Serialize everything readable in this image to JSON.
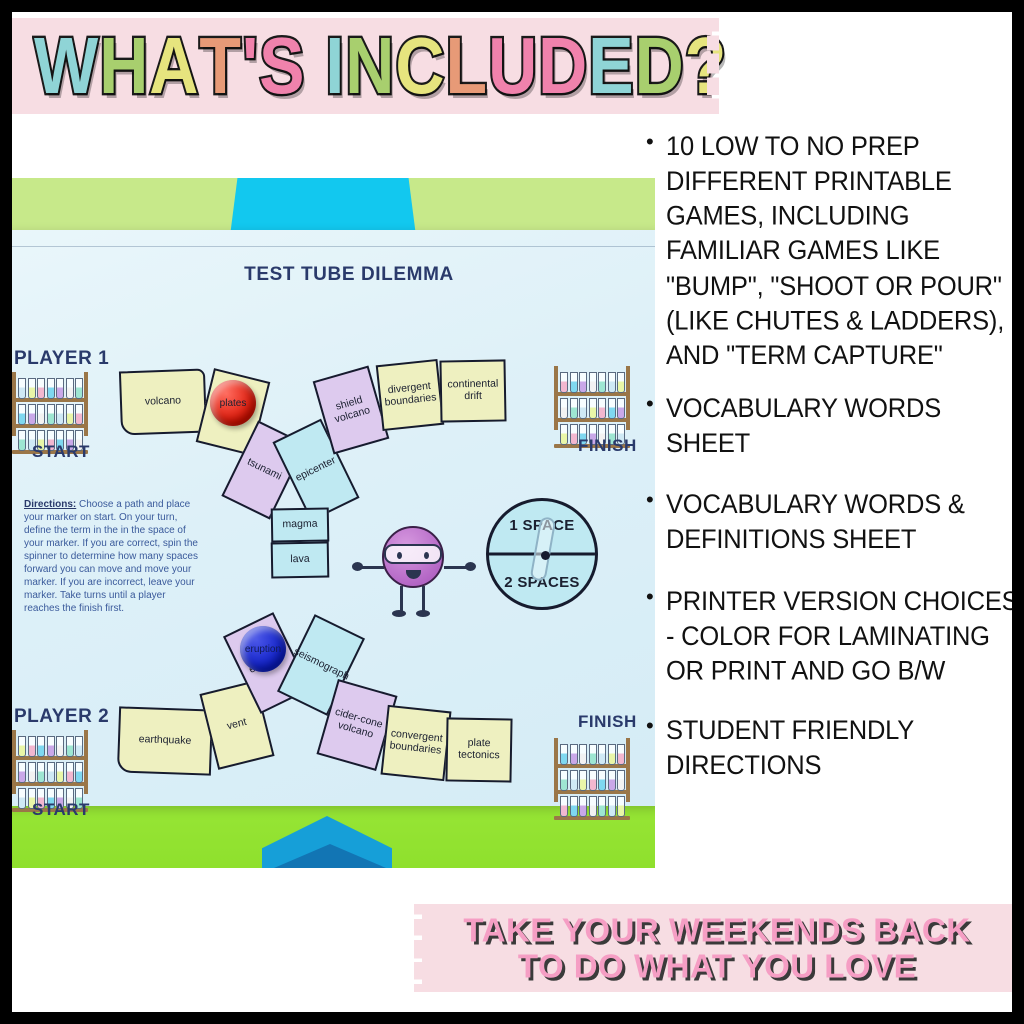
{
  "header": {
    "title": "WHAT'S INCLUDED?",
    "letters": [
      {
        "ch": "W",
        "color": "#8fd4d6"
      },
      {
        "ch": "H",
        "color": "#a8cf6e"
      },
      {
        "ch": "A",
        "color": "#e6e47e"
      },
      {
        "ch": "T",
        "color": "#e79a77"
      },
      {
        "ch": "'",
        "color": "#f082ac"
      },
      {
        "ch": "S",
        "color": "#f082ac"
      },
      {
        "ch": " ",
        "color": "#ffffff"
      },
      {
        "ch": "I",
        "color": "#8fd4d6"
      },
      {
        "ch": "N",
        "color": "#a8cf6e"
      },
      {
        "ch": "C",
        "color": "#e6e47e"
      },
      {
        "ch": "L",
        "color": "#e79a77"
      },
      {
        "ch": "U",
        "color": "#f082ac"
      },
      {
        "ch": "D",
        "color": "#f082ac"
      },
      {
        "ch": "E",
        "color": "#8fd4d6"
      },
      {
        "ch": "D",
        "color": "#a8cf6e"
      },
      {
        "ch": "?",
        "color": "#e6e47e"
      }
    ],
    "banner_color": "#f7dde3"
  },
  "bullets": [
    "10 LOW TO NO PREP DIFFERENT PRINTABLE GAMES, INCLUDING FAMILIAR GAMES LIKE \"BUMP\", \"SHOOT OR POUR\" (LIKE CHUTES & LADDERS), AND \"TERM CAPTURE\"",
    "VOCABULARY WORDS SHEET",
    "VOCABULARY WORDS & DEFINITIONS SHEET",
    "PRINTER VERSION CHOICES - COLOR FOR LAMINATING OR PRINT AND GO B/W",
    "STUDENT FRIENDLY DIRECTIONS"
  ],
  "footer": {
    "line1": "TAKE YOUR WEEKENDS BACK",
    "line2": "TO DO WHAT YOU LOVE",
    "text_color": "#f59ec4",
    "banner_color": "#f7dde3"
  },
  "board": {
    "title": "TEST TUBE DILEMMA",
    "player1_label": "PLAYER 1",
    "player2_label": "PLAYER 2",
    "start_label": "START",
    "finish_label": "FINISH",
    "directions_heading": "Directions:",
    "directions_body": "Choose a path and place your marker on start. On your turn, define the term in the in the space of your marker. If you are correct, spin the spinner to determine how many spaces forward you can move and move your marker. If you are incorrect, leave your marker. Take turns until a player reaches the finish first.",
    "spaces": [
      {
        "label": "volcano",
        "color": "yellow"
      },
      {
        "label": "plates",
        "color": "yellow"
      },
      {
        "label": "tsunami",
        "color": "purple"
      },
      {
        "label": "epicenter",
        "color": "blue"
      },
      {
        "label": "shield volcano",
        "color": "purple"
      },
      {
        "label": "divergent boundaries",
        "color": "yellow"
      },
      {
        "label": "continental drift",
        "color": "yellow"
      },
      {
        "label": "magma",
        "color": "blue"
      },
      {
        "label": "lava",
        "color": "blue"
      },
      {
        "label": "earthquake",
        "color": "yellow"
      },
      {
        "label": "vent",
        "color": "yellow"
      },
      {
        "label": "eruption",
        "color": "purple"
      },
      {
        "label": "seismograph",
        "color": "blue"
      },
      {
        "label": "cider-cone volcano",
        "color": "purple"
      },
      {
        "label": "convergent boundaries",
        "color": "yellow"
      },
      {
        "label": "plate tectonics",
        "color": "yellow"
      }
    ],
    "markers": [
      {
        "name": "red-marker",
        "on_space": "plates",
        "color": "#d81000"
      },
      {
        "name": "blue-marker",
        "on_space": "eruption",
        "color": "#0a1bc4"
      }
    ],
    "spinner": {
      "top": "1 SPACE",
      "bottom": "2 SPACES"
    }
  }
}
